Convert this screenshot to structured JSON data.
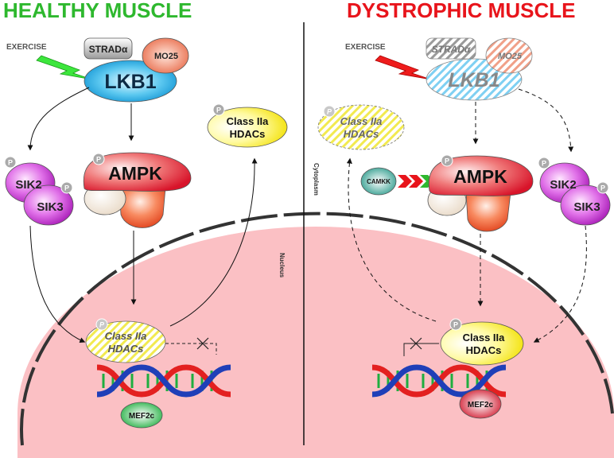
{
  "titles": {
    "healthy": "HEALTHY MUSCLE",
    "dystrophic": "DYSTROPHIC MUSCLE"
  },
  "compartments": {
    "cytoplasm": "Cytoplasm",
    "nucleus": "Nucleus"
  },
  "labels": {
    "exercise": "EXERCISE",
    "strad": "STRADα",
    "mo25": "MO25",
    "lkb1": "LKB1",
    "ampk": "AMPK",
    "sik2": "SIK2",
    "sik3": "SIK3",
    "hdac_line1": "Class IIa",
    "hdac_line2": "HDACs",
    "mef2c": "MEF2c",
    "camkk": "CAMKK",
    "phospho": "P"
  },
  "colors": {
    "healthy_title": "#2eb82e",
    "dystrophic_title": "#e8141b",
    "nucleus_fill": "#fbc0c4",
    "lkb1": "#29b6e8",
    "ampk": "#e8323e",
    "sik": "#c020c8",
    "hdac": "#f2e800",
    "mef2c": "#1fae3f",
    "mef2c_dystrophic": "#d0182d",
    "bolt_healthy": "#3ce63c",
    "bolt_dystrophic": "#ee1c1c"
  }
}
